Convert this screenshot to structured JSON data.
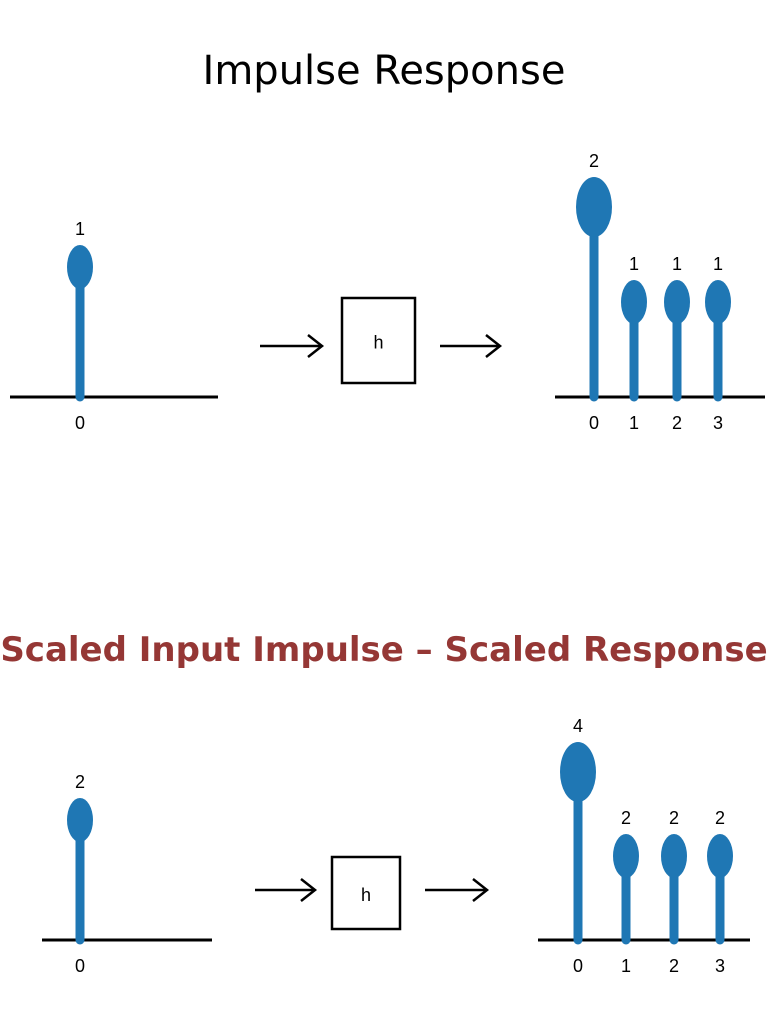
{
  "colors": {
    "stem": "#1f77b4",
    "title_red": "#953735",
    "axis": "#000000"
  },
  "panels": {
    "top": {
      "title": "Impulse Response",
      "system_label": "h",
      "input": {
        "stems": [
          {
            "n": "0",
            "value": 1
          }
        ]
      },
      "output": {
        "stems": [
          {
            "n": "0",
            "value": 2
          },
          {
            "n": "1",
            "value": 1
          },
          {
            "n": "2",
            "value": 1
          },
          {
            "n": "3",
            "value": 1
          }
        ]
      }
    },
    "bottom": {
      "title": "Scaled Input Impulse – Scaled Response",
      "system_label": "h",
      "input": {
        "stems": [
          {
            "n": "0",
            "value": 2
          }
        ]
      },
      "output": {
        "stems": [
          {
            "n": "0",
            "value": 4
          },
          {
            "n": "1",
            "value": 2
          },
          {
            "n": "2",
            "value": 2
          },
          {
            "n": "3",
            "value": 2
          }
        ]
      }
    }
  }
}
